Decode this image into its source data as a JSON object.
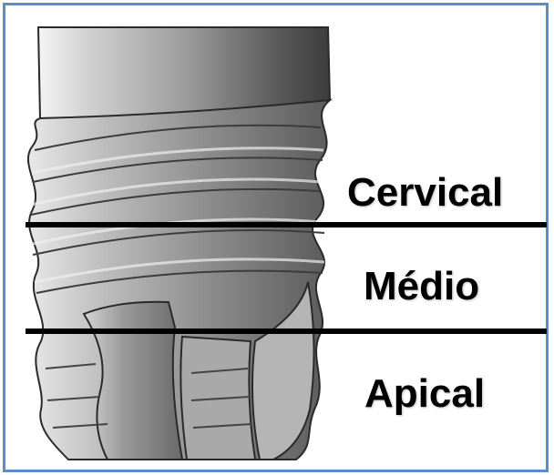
{
  "labels": {
    "cervical": "Cervical",
    "medio": "Médio",
    "apical": "Apical"
  },
  "colors": {
    "frame_border": "#5b8dcd",
    "implant_body": "#8a8a8a",
    "thread_light": "#c9c9c9",
    "thread_dark": "#5a5a5a",
    "divider": "#000000"
  }
}
